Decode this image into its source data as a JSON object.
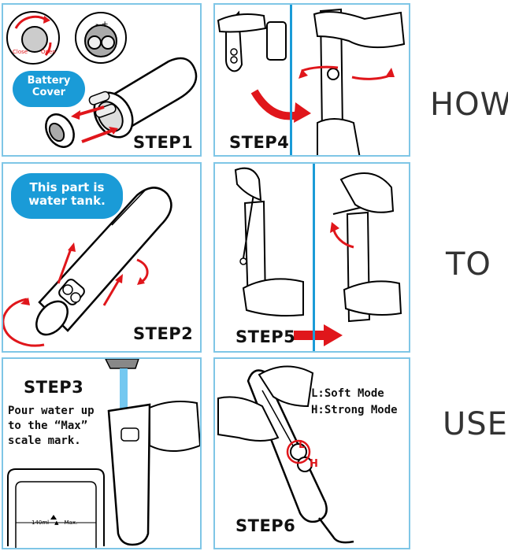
{
  "steps": {
    "step1": {
      "label": "STEP1",
      "bubble": "Battery\nCover",
      "icon_close": "Close",
      "icon_open": "Open"
    },
    "step2": {
      "label": "STEP2",
      "bubble": "This part is\nwater tank."
    },
    "step3": {
      "label": "STEP3",
      "text": "Pour water up\nto the “Max”\nscale mark.",
      "scale_mark": "140ml—▲—Max."
    },
    "step4": {
      "label": "STEP4"
    },
    "step5": {
      "label": "STEP5"
    },
    "step6": {
      "label": "STEP6",
      "modes": "L:Soft Mode\nH:Strong Mode",
      "mark_l": "L",
      "mark_h": "H"
    }
  },
  "side": {
    "word1": "HOW",
    "word2": "TO",
    "word3": "USE"
  },
  "colors": {
    "border": "#7fc6e6",
    "bubble": "#1a9bd7",
    "arrow": "#e0161b",
    "text": "#111111"
  }
}
